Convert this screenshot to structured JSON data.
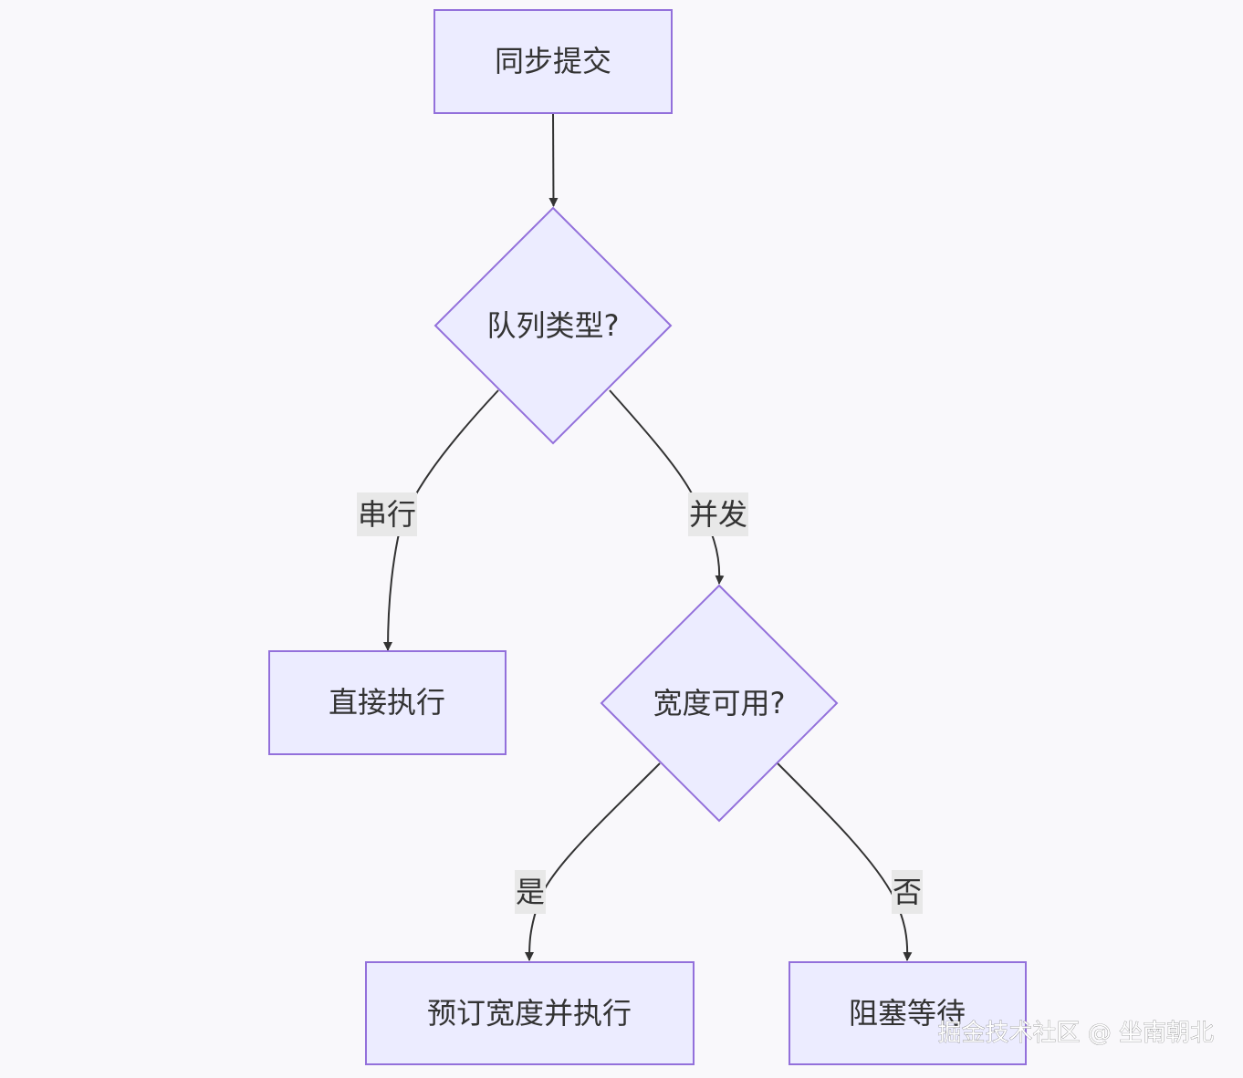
{
  "diagram": {
    "type": "flowchart",
    "colors": {
      "node_fill": "#ECECFF",
      "node_stroke": "#9370DB",
      "edge": "#333333",
      "label_bg": "#E8E8E8",
      "background": "#F9F8FB"
    },
    "nodes": {
      "start": "同步提交",
      "queue_type": "队列类型?",
      "direct_exec": "直接执行",
      "width_available": "宽度可用?",
      "reserve_exec": "预订宽度并执行",
      "block_wait": "阻塞等待"
    },
    "edges": [
      {
        "from": "start",
        "to": "queue_type",
        "label": ""
      },
      {
        "from": "queue_type",
        "to": "direct_exec",
        "label": "串行"
      },
      {
        "from": "queue_type",
        "to": "width_available",
        "label": "并发"
      },
      {
        "from": "width_available",
        "to": "reserve_exec",
        "label": "是"
      },
      {
        "from": "width_available",
        "to": "block_wait",
        "label": "否"
      }
    ]
  },
  "watermark": "掘金技术社区 @ 坐南朝北"
}
